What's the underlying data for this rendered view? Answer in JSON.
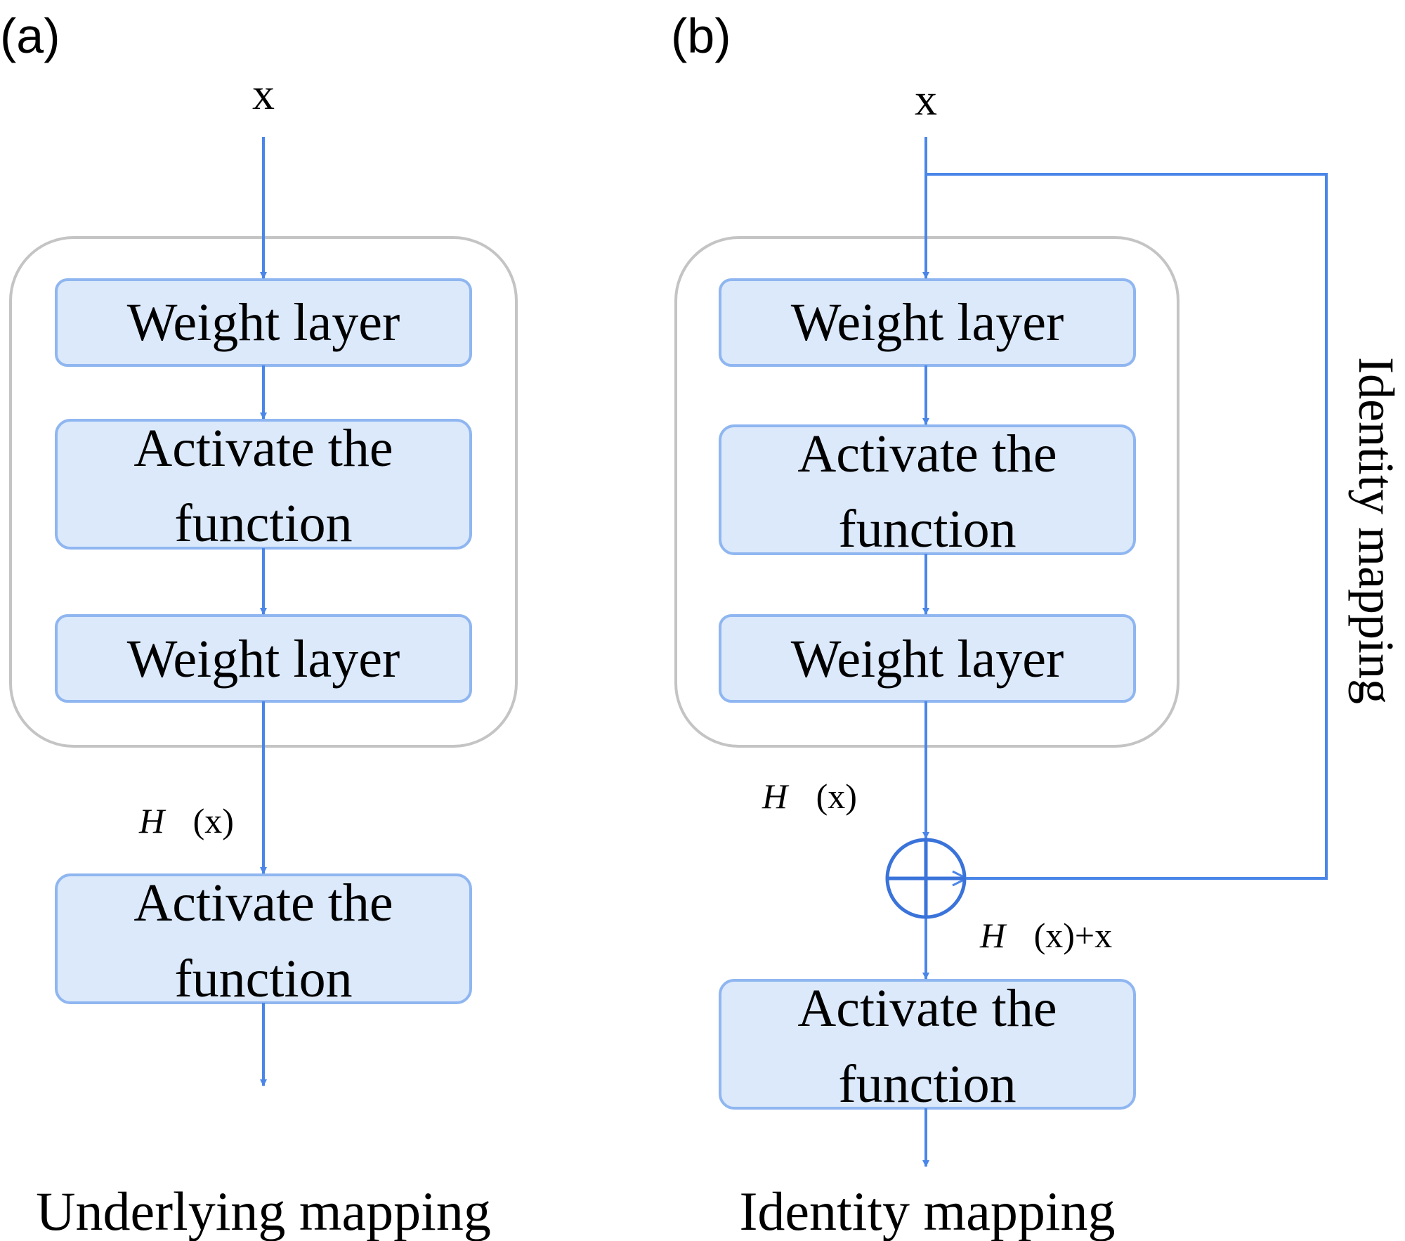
{
  "colors": {
    "arrow": "#4a86e8",
    "block_fill": "#dbe9fb",
    "block_border": "#8fb6f0",
    "container_border": "#c4c4c4",
    "text": "#000000"
  },
  "panel_a": {
    "tag": "(a)",
    "input_label": "x",
    "blocks": [
      {
        "line1": "Weight layer",
        "line2": ""
      },
      {
        "line1": "Activate the",
        "line2": "function"
      },
      {
        "line1": "Weight layer",
        "line2": ""
      },
      {
        "line1": "Activate the",
        "line2": "function"
      }
    ],
    "h_label": {
      "symbol": "H",
      "rest": "(x)"
    },
    "caption": "Underlying mapping"
  },
  "panel_b": {
    "tag": "(b)",
    "input_label": "x",
    "blocks": [
      {
        "line1": "Weight layer",
        "line2": ""
      },
      {
        "line1": "Activate the",
        "line2": "function"
      },
      {
        "line1": "Weight layer",
        "line2": ""
      },
      {
        "line1": "Activate the",
        "line2": "function"
      }
    ],
    "h_label": {
      "symbol": "H",
      "rest": "(x)"
    },
    "sum_label": {
      "symbol": "H",
      "rest": "(x)+x"
    },
    "skip_label": "Identity mapping",
    "adder_icon": "circle-plus-icon",
    "caption": "Identity mapping"
  }
}
